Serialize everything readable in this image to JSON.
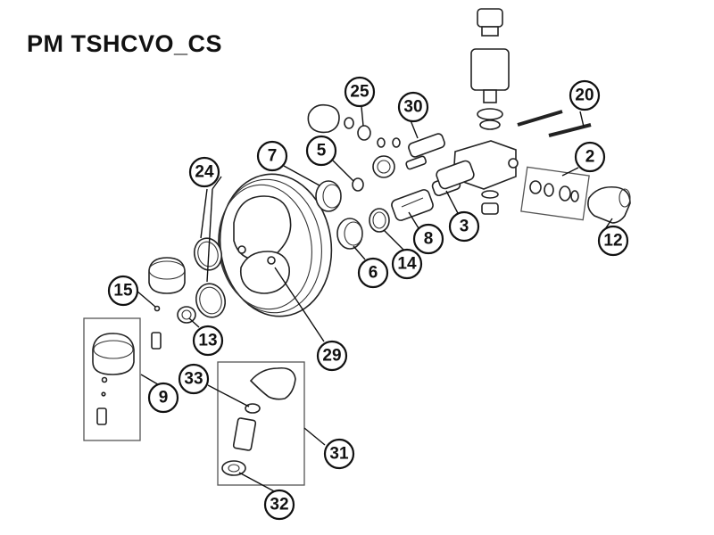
{
  "title": "PM TSHCVO_CS",
  "callouts": [
    "2",
    "3",
    "5",
    "6",
    "7",
    "8",
    "9",
    "12",
    "13",
    "14",
    "15",
    "20",
    "24",
    "25",
    "29",
    "30",
    "31",
    "32",
    "33"
  ]
}
